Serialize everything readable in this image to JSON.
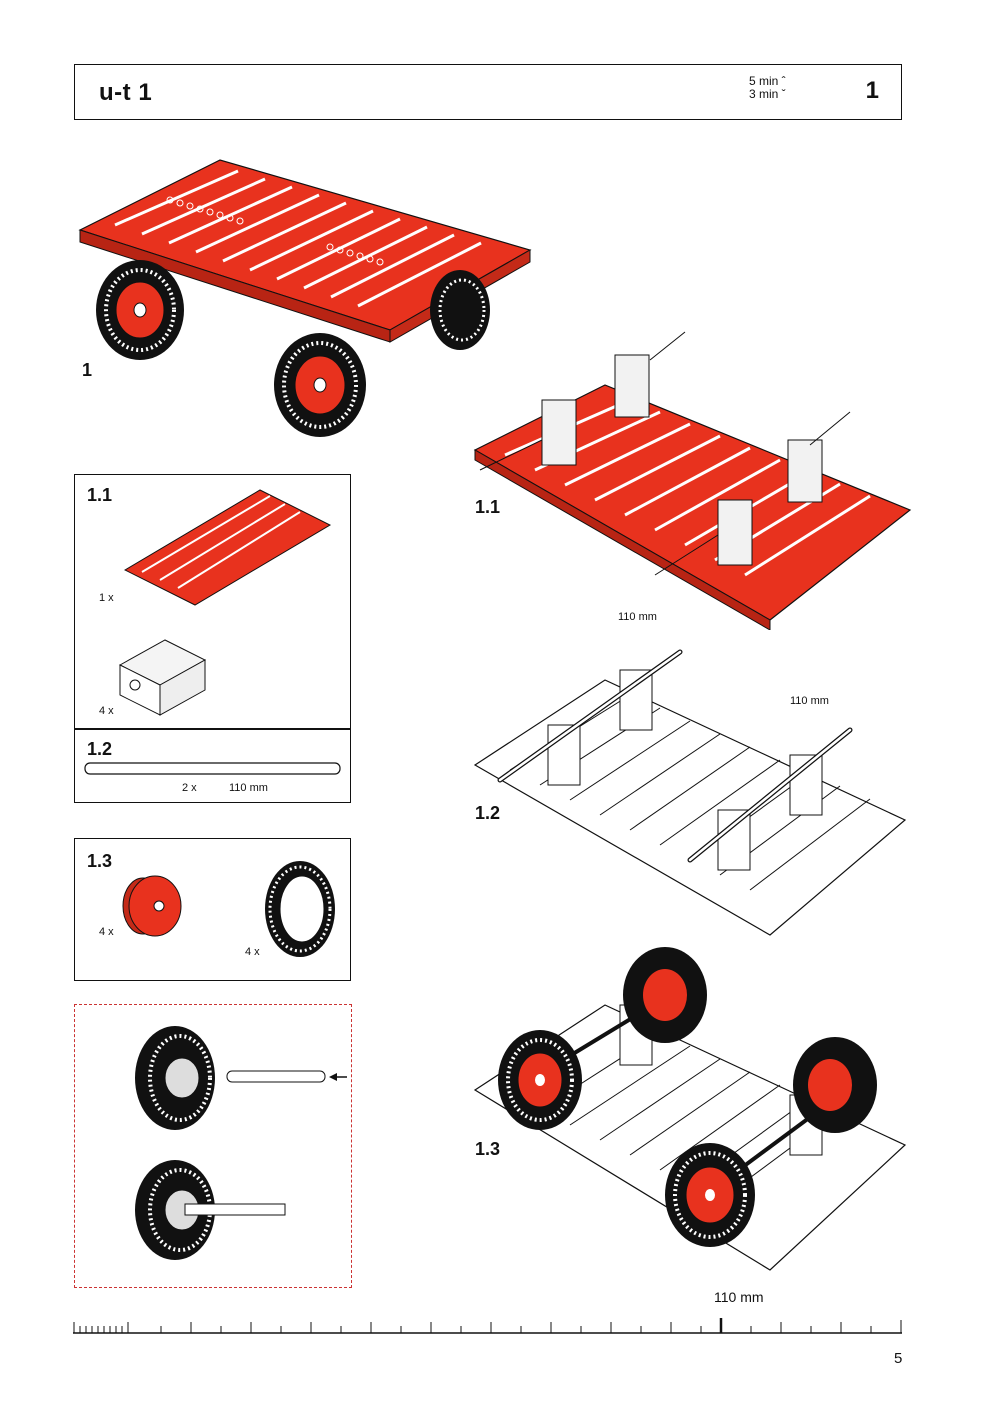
{
  "header": {
    "title": "u-t 1",
    "time_up": "5 min ˆ",
    "time_down": "3 min ˇ",
    "number": "1"
  },
  "steps": {
    "s1": "1",
    "s11": "1.1",
    "s12": "1.2",
    "s13": "1.3"
  },
  "parts": {
    "p11_label": "1.1",
    "base_qty": "1 x",
    "block_qty": "4 x",
    "p12_label": "1.2",
    "axle_qty": "2 x",
    "axle_len": "110 mm",
    "p13_label": "1.3",
    "hub_qty": "4 x",
    "tire_qty": "4 x"
  },
  "dimensions": {
    "axle1": "110 mm",
    "axle2": "110 mm",
    "axle3": "110 mm"
  },
  "footer": {
    "page": "5"
  },
  "colors": {
    "red": "#e8321e",
    "line": "#111111",
    "dash": "#cc3333"
  }
}
